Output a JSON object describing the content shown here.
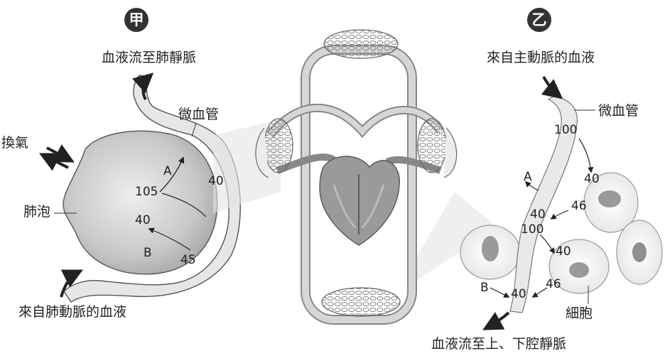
{
  "panels": {
    "left": {
      "badge": "甲",
      "top_label": "血液流至肺靜脈",
      "capillary_label": "微血管",
      "exchange_label": "換氣",
      "alveolus_label": "肺泡",
      "bottom_label": "來自肺動脈的血液",
      "values": {
        "a_label": "A",
        "b_label": "B",
        "v105": "105",
        "v40_right": "40",
        "v40_mid": "40",
        "v45": "45"
      }
    },
    "right": {
      "badge": "乙",
      "top_label": "來自主動脈的血液",
      "capillary_label": "微血管",
      "cell_label": "細胞",
      "bottom_label": "血液流至上、下腔靜脈",
      "values": {
        "v100_top": "100",
        "v40_a": "40",
        "v46_a": "46",
        "v40_b": "40",
        "v100_mid": "100",
        "v40_c": "40",
        "v46_b": "46",
        "v40_d": "40",
        "a_label": "A",
        "b_label": "B"
      }
    }
  },
  "colors": {
    "badge": "#333333",
    "vessel": "#d8d8d8",
    "outline": "#666666",
    "text": "#222222"
  },
  "icons": [
    "double-arrow-icon",
    "curved-arrow-icon"
  ]
}
